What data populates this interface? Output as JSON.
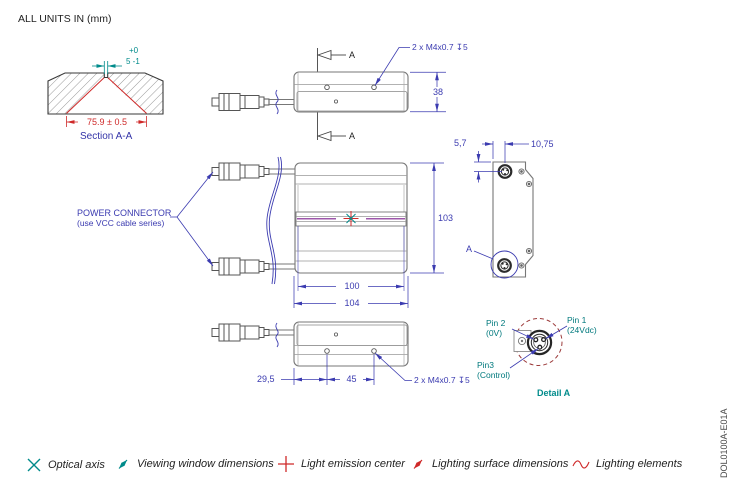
{
  "drawing": {
    "title": "ALL UNITS IN (mm)",
    "part_number": "DOL0100A-E01A"
  },
  "section_view": {
    "caption": "Section A-A",
    "width_dim": "75.9 ± 0.5",
    "slit_tol_top": "+0",
    "slit_dim": "5 -1"
  },
  "top_view": {
    "section_label_top": "A",
    "section_label_bottom": "A",
    "thread_callout": "2 x M4x0.7 ↧5",
    "depth_dim": "38"
  },
  "front_view": {
    "power_label_1": "POWER CONNECTOR",
    "power_label_2": "(use VCC cable series)",
    "height_dim": "103",
    "window_width_dim": "100",
    "body_width_dim": "104"
  },
  "side_view": {
    "offset_dim": "5,7",
    "center_dim": "10,75",
    "detail_ref": "A"
  },
  "bottom_view": {
    "offset_dim": "29,5",
    "spacing_dim": "45",
    "thread_callout": "2 x M4x0.7 ↧5"
  },
  "detail_a": {
    "caption": "Detail A",
    "pin1_name": "Pin 1",
    "pin1_desc": "(24Vdc)",
    "pin2_name": "Pin 2",
    "pin2_desc": "(0V)",
    "pin3_name": "Pin3",
    "pin3_desc": "(Control)"
  },
  "legend": {
    "items": [
      {
        "icon": "optical-axis-cross-icon",
        "label": "Optical axis",
        "color": "#008b8b"
      },
      {
        "icon": "viewing-window-arrow-icon",
        "label": "Viewing window dimensions",
        "color": "#008b8b"
      },
      {
        "icon": "light-emission-plus-icon",
        "label": "Light emission center",
        "color": "#cf2929"
      },
      {
        "icon": "lighting-surface-arrow-icon",
        "label": "Lighting surface dimensions",
        "color": "#cf2929"
      },
      {
        "icon": "lighting-elements-wave-icon",
        "label": "Lighting elements",
        "color": "#cf2929"
      }
    ]
  },
  "colors": {
    "dimension_blue": "#3b3bb0",
    "annotation_teal": "#008b8b",
    "emission_red": "#cf2929",
    "lighting_purple": "#7d1f8d",
    "detail_maroon": "#9c3b3b",
    "outline_gray": "#777777"
  }
}
